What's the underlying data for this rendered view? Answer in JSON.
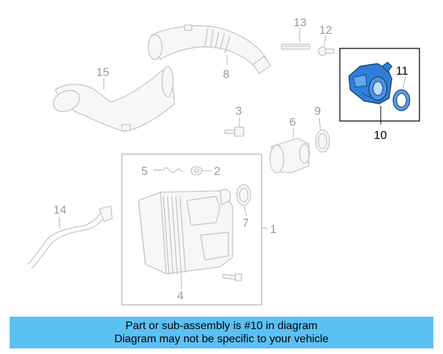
{
  "callouts": {
    "c1": "1",
    "c2": "2",
    "c3": "3",
    "c4": "4",
    "c5": "5",
    "c6": "6",
    "c7": "7",
    "c8": "8",
    "c9": "9",
    "c10": "10",
    "c11": "11",
    "c12": "12",
    "c13": "13",
    "c14": "14",
    "c15": "15"
  },
  "highlight": {
    "part_number": "10",
    "color": "#2f7fd6"
  },
  "banner": {
    "line1": "Part or sub-assembly is #10 in diagram",
    "line2": "Diagram may not be specific to your vehicle",
    "background": "#5bc0f4"
  }
}
